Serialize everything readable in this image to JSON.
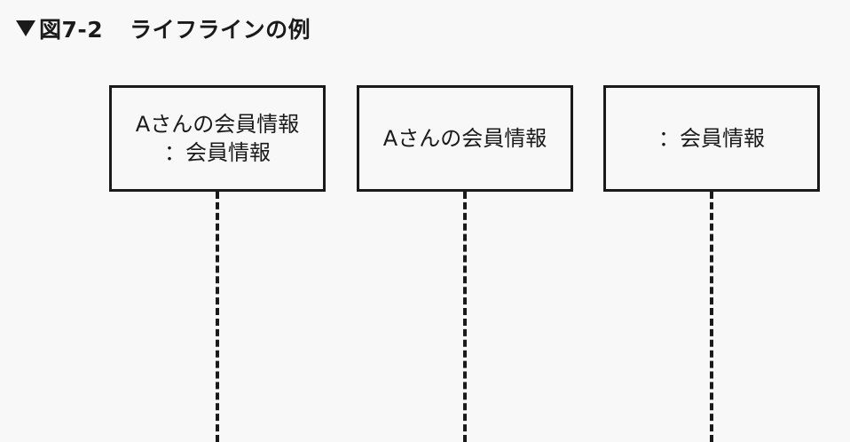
{
  "caption": {
    "number": "図7-2",
    "title": "ライフラインの例"
  },
  "lifelines": [
    {
      "line1": "Aさんの会員情報",
      "line2": "：会員情報"
    },
    {
      "line1": "Aさんの会員情報",
      "line2": ""
    },
    {
      "line1": "：会員情報",
      "line2": ""
    }
  ]
}
